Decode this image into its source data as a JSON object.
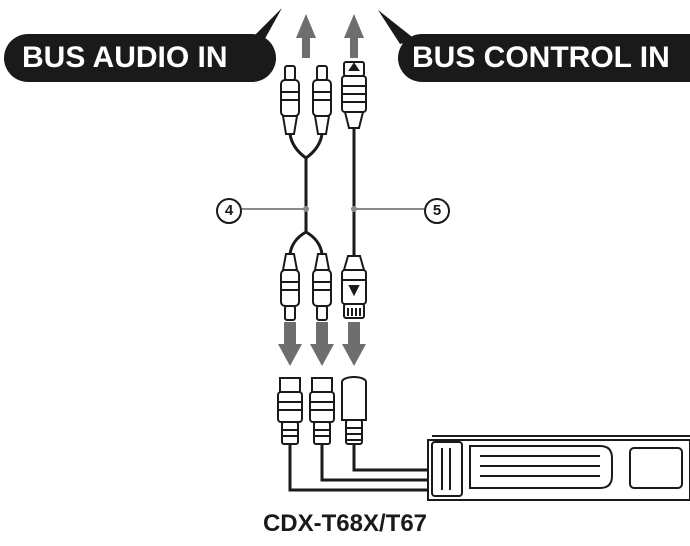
{
  "labels": {
    "bus_audio_in": "BUS AUDIO IN",
    "bus_control_in": "BUS CONTROL IN",
    "callout_4": "4",
    "callout_5": "5",
    "model": "CDX-T68X/T67"
  },
  "colors": {
    "ink": "#1a1a1a",
    "arrow": "#6e6e6e",
    "leader": "#8a8a8a"
  }
}
